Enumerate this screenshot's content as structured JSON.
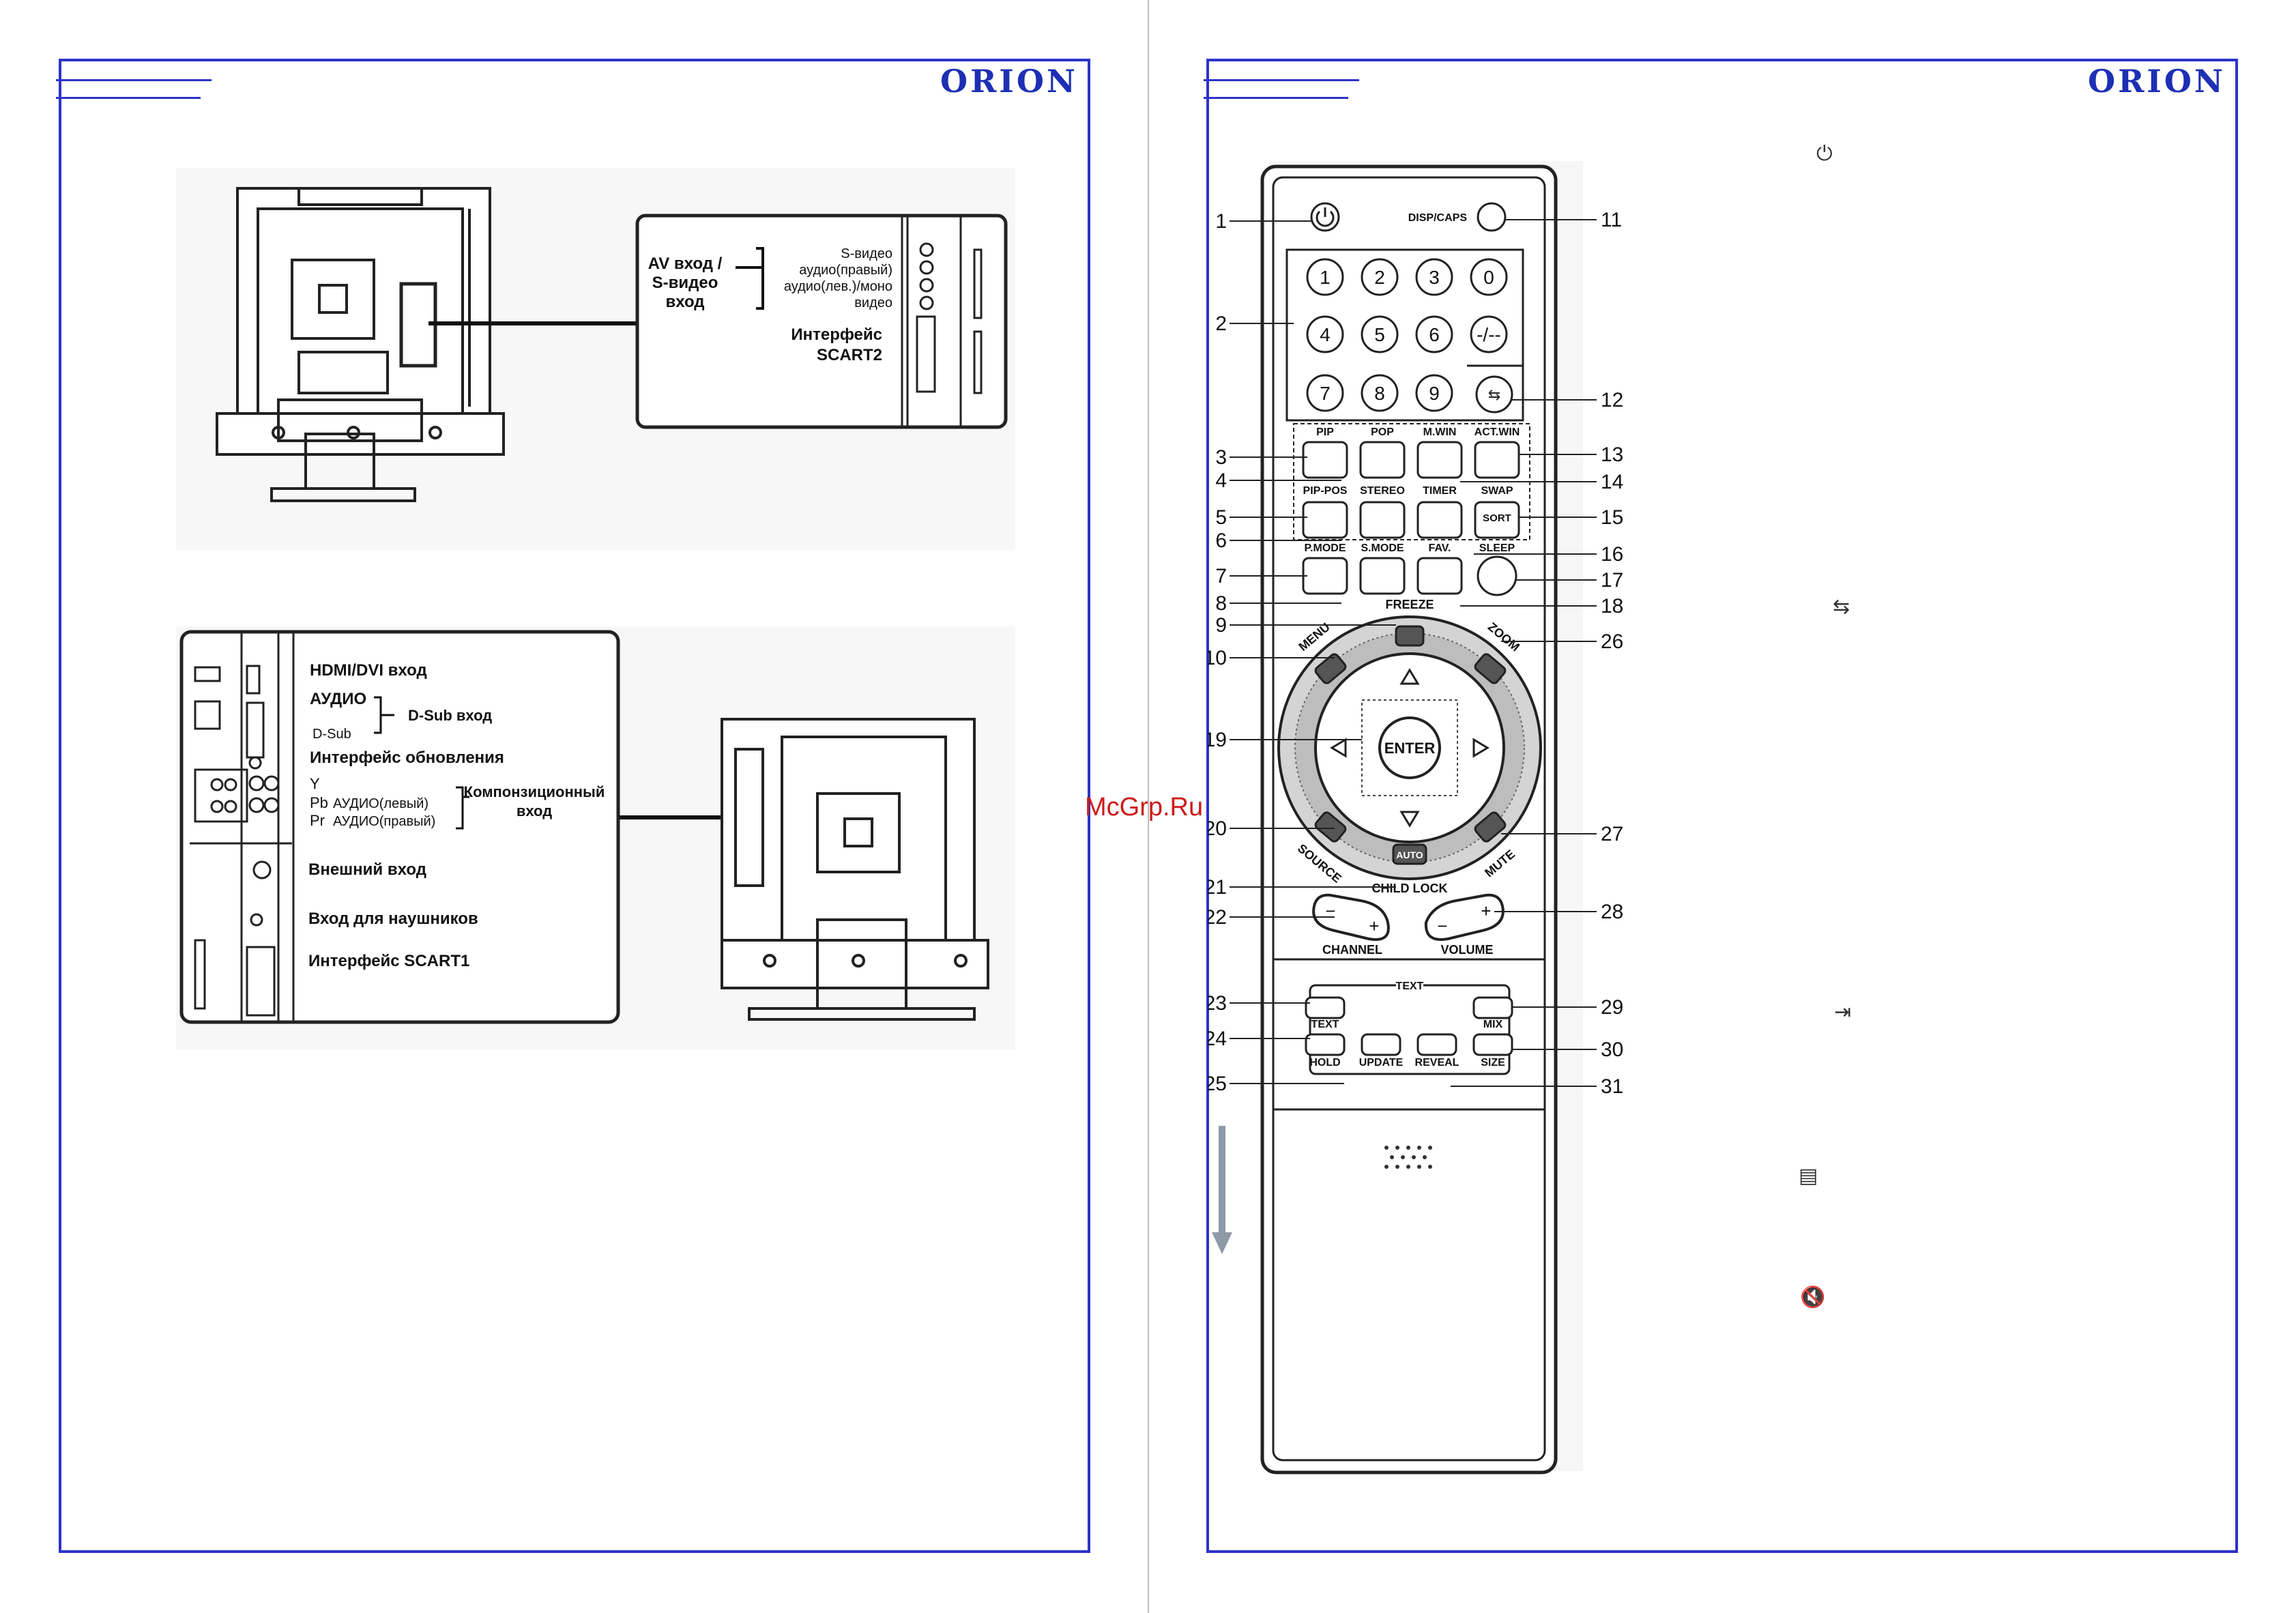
{
  "brand": {
    "left_logo": "ORION",
    "right_logo": "ORION"
  },
  "watermark": "McGrp.Ru",
  "tv_rear_top": {
    "av_input_label_lines": [
      "AV вход /",
      "S-видео",
      "вход"
    ],
    "av_jacks": [
      "S-видео",
      "аудио(правый)",
      "аудио(лев.)/моно",
      "видео"
    ],
    "scart2_label_lines": [
      "Интерфейс",
      "SCART2"
    ]
  },
  "tv_side_bottom": {
    "hdmi": "HDMI/DVI вход",
    "audio": "АУДИО",
    "dsub_input": "D-Sub вход",
    "dsub": "D-Sub",
    "update_port": "Интерфейс обновления",
    "y": "Y",
    "pb": "Pb",
    "pr": "Pr",
    "audio_left": "АУДИО(левый)",
    "audio_right": "АУДИО(правый)",
    "component_lines": [
      "Компонзиционный",
      "вход"
    ],
    "external_input": "Внешний вход",
    "headphones": "Вход для наушников",
    "scart1": "Интерфейс SCART1"
  },
  "remote": {
    "dispcaps_label": "DISP/CAPS",
    "digits": [
      "1",
      "2",
      "3",
      "0",
      "4",
      "5",
      "6",
      "-/--",
      "7",
      "8",
      "9"
    ],
    "row_labels_1": [
      "PIP",
      "POP",
      "M.WIN",
      "ACT.WIN"
    ],
    "row_labels_2": [
      "PIP-POS",
      "STEREO",
      "TIMER",
      "SWAP"
    ],
    "sort_label": "SORT",
    "row_labels_3": [
      "P.MODE",
      "S.MODE",
      "FAV.",
      "SLEEP"
    ],
    "freeze_label": "FREEZE",
    "menu_label": "MENU",
    "zoom_label": "ZOOM",
    "enter_label": "ENTER",
    "source_label": "SOURCE",
    "mute_label": "MUTE",
    "auto_label": "AUTO",
    "child_lock_label": "CHILD LOCK",
    "channel_label": "CHANNEL",
    "volume_label": "VOLUME",
    "minus": "−",
    "plus": "+",
    "text_section_label": "TEXT",
    "text_buttons": [
      "TEXT",
      "MIX",
      "HOLD",
      "UPDATE",
      "REVEAL",
      "SIZE"
    ],
    "callouts_left": [
      "1",
      "2",
      "3",
      "4",
      "5",
      "6",
      "7",
      "8",
      "9",
      "10",
      "19",
      "20",
      "21",
      "22",
      "23",
      "24",
      "25"
    ],
    "callouts_right": [
      "11",
      "12",
      "13",
      "14",
      "15",
      "16",
      "17",
      "18",
      "26",
      "27",
      "28",
      "29",
      "30",
      "31"
    ]
  },
  "side_icons": [
    "power-icon",
    "swap-icon",
    "input-icon",
    "subtitle-icon",
    "mute-icon"
  ]
}
